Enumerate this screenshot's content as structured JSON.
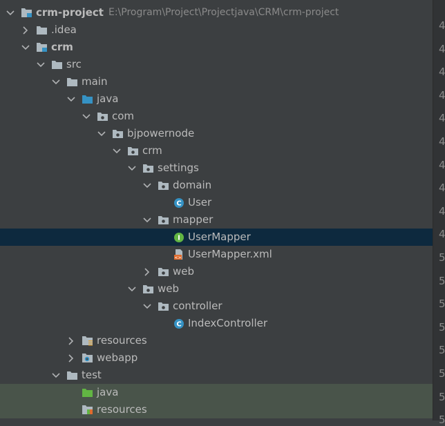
{
  "tree": [
    {
      "label": "crm-project",
      "path": "E:\\Program\\Project\\Projectjava\\CRM\\crm-project",
      "depth": 0,
      "arrow": "down",
      "icon": "module",
      "bold": true,
      "name": "tree-node-crm-project"
    },
    {
      "label": ".idea",
      "depth": 1,
      "arrow": "right",
      "icon": "folder",
      "name": "tree-node-idea"
    },
    {
      "label": "crm",
      "depth": 1,
      "arrow": "down",
      "icon": "module",
      "bold": true,
      "name": "tree-node-crm"
    },
    {
      "label": "src",
      "depth": 2,
      "arrow": "down",
      "icon": "folder",
      "name": "tree-node-src"
    },
    {
      "label": "main",
      "depth": 3,
      "arrow": "down",
      "icon": "folder",
      "name": "tree-node-main"
    },
    {
      "label": "java",
      "depth": 4,
      "arrow": "down",
      "icon": "folder-source",
      "name": "tree-node-main-java"
    },
    {
      "label": "com",
      "depth": 5,
      "arrow": "down",
      "icon": "package",
      "name": "tree-node-com"
    },
    {
      "label": "bjpowernode",
      "depth": 6,
      "arrow": "down",
      "icon": "package",
      "name": "tree-node-bjpowernode"
    },
    {
      "label": "crm",
      "depth": 7,
      "arrow": "down",
      "icon": "package",
      "name": "tree-node-crm-package"
    },
    {
      "label": "settings",
      "depth": 8,
      "arrow": "down",
      "icon": "package",
      "name": "tree-node-settings"
    },
    {
      "label": "domain",
      "depth": 9,
      "arrow": "down",
      "icon": "package",
      "name": "tree-node-domain"
    },
    {
      "label": "User",
      "depth": 10,
      "arrow": "none",
      "icon": "class",
      "name": "tree-node-user-class"
    },
    {
      "label": "mapper",
      "depth": 9,
      "arrow": "down",
      "icon": "package",
      "name": "tree-node-mapper"
    },
    {
      "label": "UserMapper",
      "depth": 10,
      "arrow": "none",
      "icon": "interface",
      "selected": true,
      "name": "tree-node-usermapper"
    },
    {
      "label": "UserMapper.xml",
      "depth": 10,
      "arrow": "none",
      "icon": "xml",
      "name": "tree-node-usermapper-xml"
    },
    {
      "label": "web",
      "depth": 9,
      "arrow": "right",
      "icon": "package",
      "name": "tree-node-settings-web"
    },
    {
      "label": "web",
      "depth": 8,
      "arrow": "down",
      "icon": "package",
      "name": "tree-node-web"
    },
    {
      "label": "controller",
      "depth": 9,
      "arrow": "down",
      "icon": "package",
      "name": "tree-node-controller"
    },
    {
      "label": "IndexController",
      "depth": 10,
      "arrow": "none",
      "icon": "class",
      "name": "tree-node-indexcontroller"
    },
    {
      "label": "resources",
      "depth": 4,
      "arrow": "right",
      "icon": "folder-resources",
      "name": "tree-node-main-resources"
    },
    {
      "label": "webapp",
      "depth": 4,
      "arrow": "right",
      "icon": "folder-web",
      "name": "tree-node-webapp"
    },
    {
      "label": "test",
      "depth": 3,
      "arrow": "down",
      "icon": "folder",
      "name": "tree-node-test"
    },
    {
      "label": "java",
      "depth": 4,
      "arrow": "none",
      "icon": "folder-test",
      "testsrc": true,
      "name": "tree-node-test-java"
    },
    {
      "label": "resources",
      "depth": 4,
      "arrow": "none",
      "icon": "folder-test-resources",
      "testsrc": true,
      "name": "tree-node-test-resources"
    }
  ],
  "gutter_numbers": [
    "4",
    "4",
    "4",
    "4",
    "4",
    "4",
    "4",
    "4",
    "4",
    "4",
    "5",
    "5",
    "5",
    "5",
    "5",
    "5",
    "5",
    "5"
  ],
  "colors": {
    "background": "#3c3f41",
    "selection": "#0d293e",
    "test_source_row": "#49544a",
    "text": "#bbbbbb",
    "path_text": "#8a8a8a"
  }
}
